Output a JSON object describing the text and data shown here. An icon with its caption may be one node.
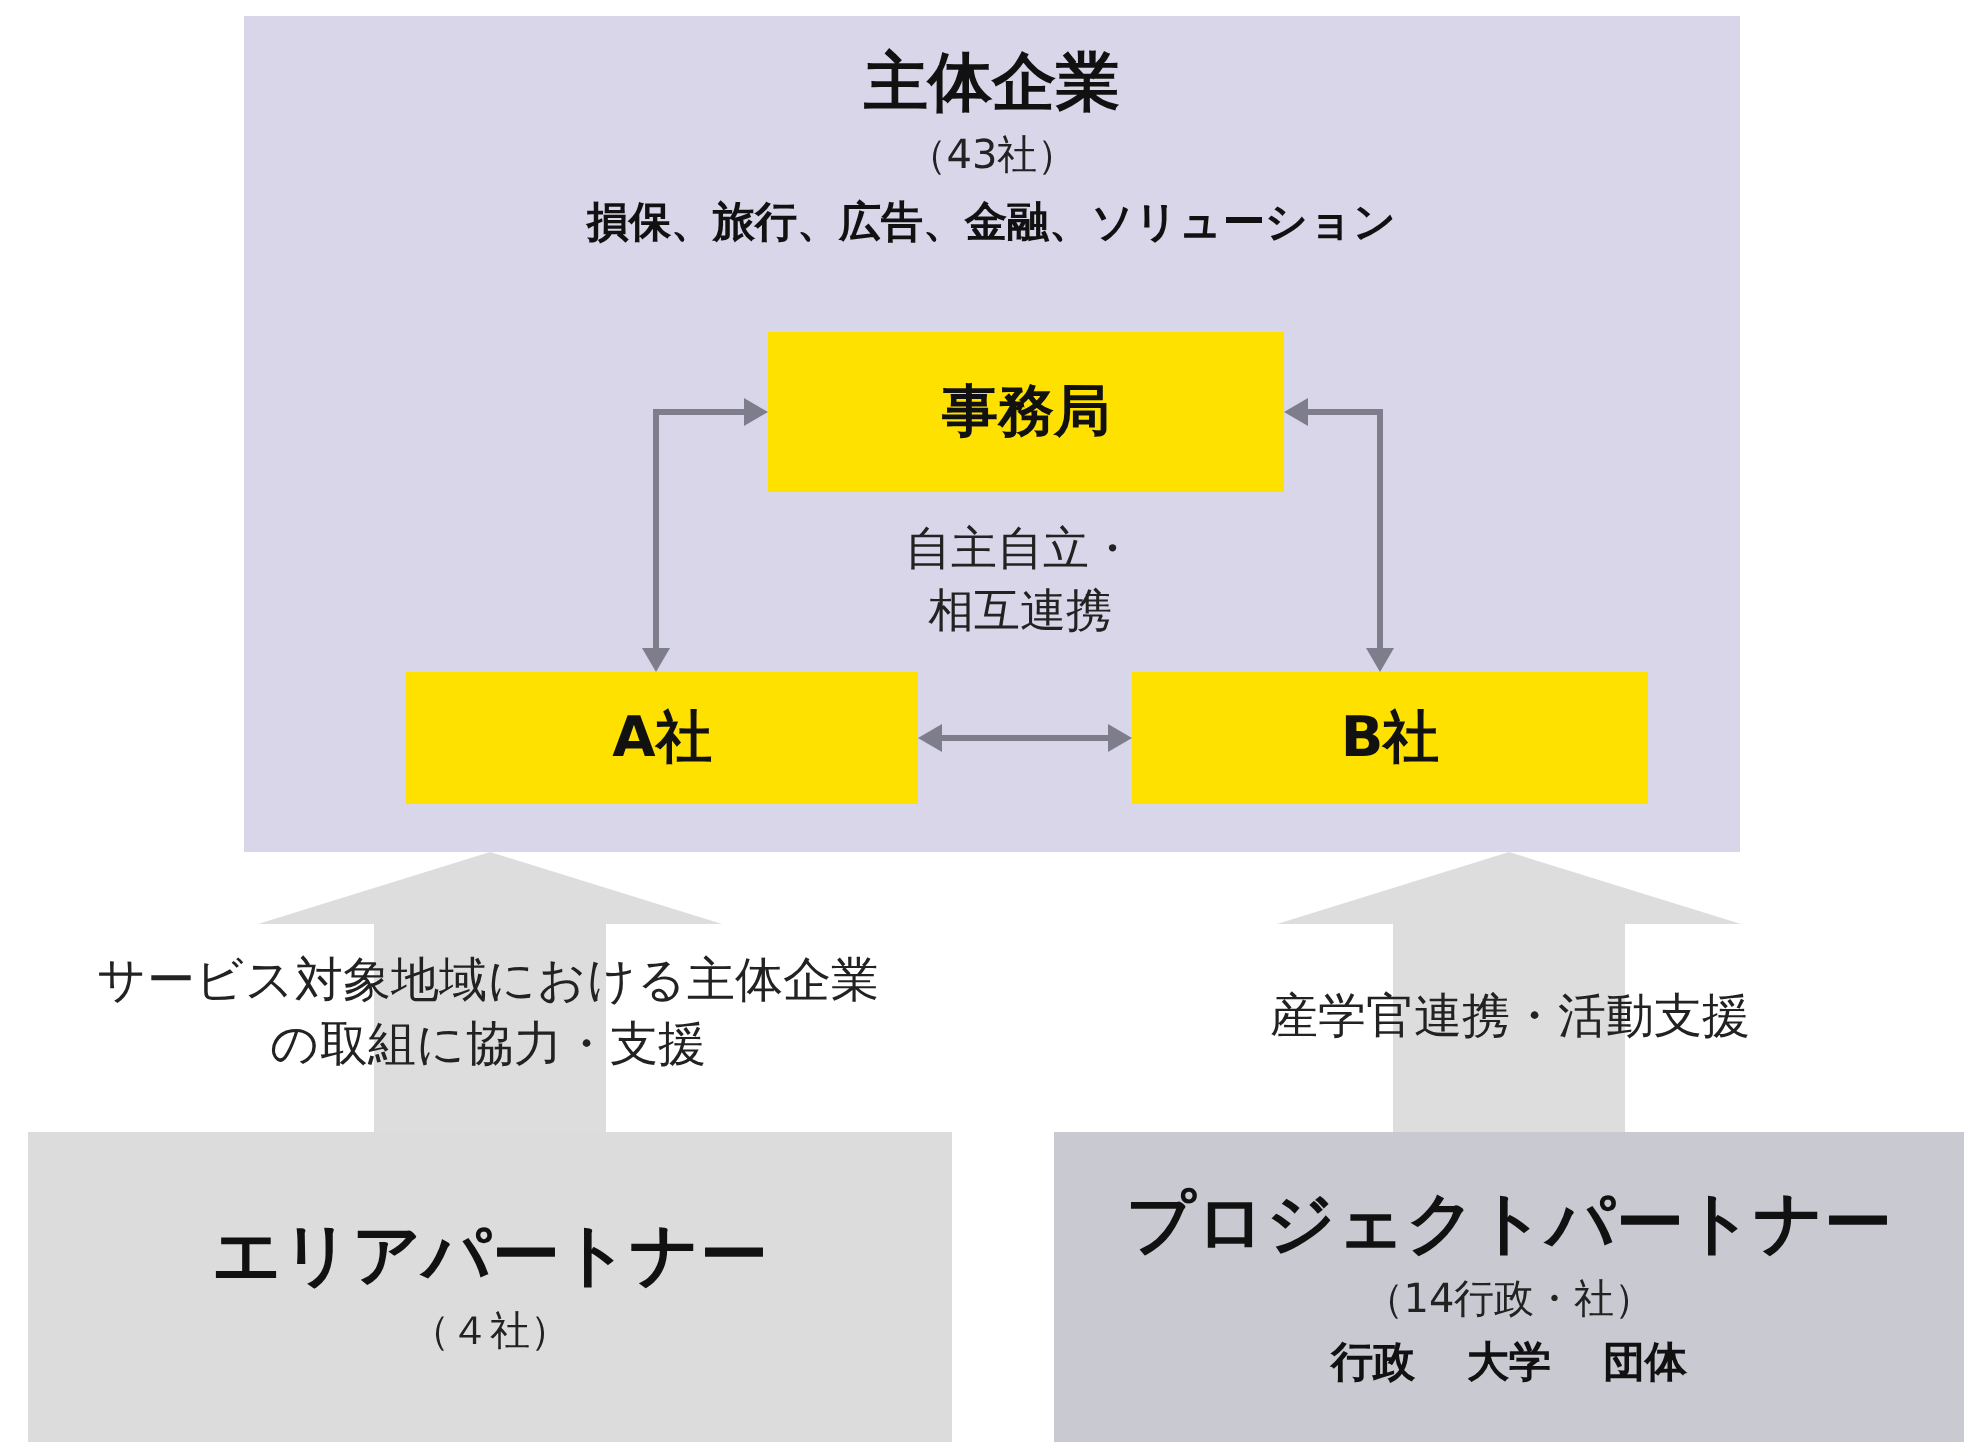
{
  "diagram": {
    "nodes": [
      {
        "text": [
          "主体企業",
          "（43社）",
          "損保、旅行、広告、金融、ソリューション"
        ]
      },
      {
        "text": [
          "事務局"
        ],
        "in": 0
      },
      {
        "text": [
          "A社"
        ],
        "in": 0
      },
      {
        "text": [
          "B社"
        ],
        "in": 0
      },
      {
        "text": [
          "エリアパートナー",
          "（４社）"
        ]
      },
      {
        "text": [
          "プロジェクトパートナー",
          "（14行政・社）",
          "行政",
          "大学",
          "団体"
        ]
      }
    ],
    "edges": [
      {
        "from": 1,
        "to": 2,
        "arrow": "both"
      },
      {
        "from": 1,
        "to": 3,
        "arrow": "both"
      },
      {
        "from": 2,
        "to": 3,
        "arrow": "both"
      },
      {
        "from": 4,
        "to": 0,
        "arrow": "to",
        "label": "サービス対象地域における主体企業の取組に協力・支援",
        "style": "thick",
        "color": "#dddddd"
      },
      {
        "from": 5,
        "to": 0,
        "arrow": "to",
        "label": "産学官連携・活動支援",
        "style": "thick",
        "color": "#dddddd"
      }
    ],
    "labels": [
      "自主自立・相互連携"
    ]
  }
}
